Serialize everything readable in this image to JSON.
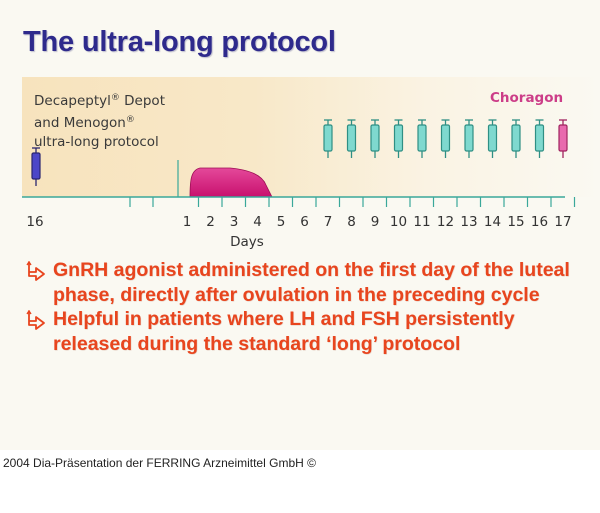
{
  "slide": {
    "title": "The ultra-long protocol",
    "panel_label": {
      "line1_a": "Decapeptyl",
      "line1_sup": "®",
      "line1_b": " Depot",
      "line2_a": "and Menogon",
      "line2_sup": "®",
      "line3": "ultra-long protocol"
    },
    "choragon_label": "Choragon",
    "axis_label": "Days",
    "bullets": [
      "GnRH agonist administered on the first day of the luteal phase, directly after ovulation in the preceding cycle",
      "Helpful in patients where LH and FSH persistently released during the standard ‘long’ protocol"
    ],
    "footer": "2004 Dia-Präsentation der FERRING Arzneimittel GmbH ©"
  },
  "colors": {
    "title": "#2E2A8C",
    "bullet_text": "#E8451E",
    "axis": "#3AA89A",
    "menogon_syringe": "#7FD9CF",
    "choragon_syringe": "#E86AAE",
    "choragon_label": "#CC3D88",
    "depot_syringe": "#4C46C8",
    "depot_curve": "#D81E7E",
    "panel_bg": "#F7E3BD",
    "slide_bg": "#FAF9F2"
  },
  "chart_data": {
    "type": "timeline",
    "title": "The ultra-long protocol",
    "xlabel": "Days",
    "ylabel": "",
    "tick_labels": [
      "16",
      "1",
      "2",
      "3",
      "4",
      "5",
      "6",
      "7",
      "8",
      "9",
      "10",
      "11",
      "12",
      "13",
      "14",
      "15",
      "16",
      "17"
    ],
    "events": [
      {
        "name": "Decapeptyl Depot injection",
        "day": "16 (preceding cycle)",
        "marker": "syringe",
        "color": "#4C46C8"
      },
      {
        "name": "Decapeptyl Depot release",
        "start_day": 1,
        "end_day": 4.5,
        "marker": "area",
        "color": "#D81E7E"
      },
      {
        "name": "Menogon injections",
        "days": [
          7,
          8,
          9,
          10,
          11,
          12,
          13,
          14,
          15,
          16
        ],
        "marker": "syringe",
        "color": "#7FD9CF"
      },
      {
        "name": "Choragon injection",
        "days": [
          17
        ],
        "marker": "syringe",
        "color": "#E86AAE"
      }
    ],
    "legend": [
      "Decapeptyl® Depot and Menogon® ultra-long protocol",
      "Choragon"
    ]
  }
}
